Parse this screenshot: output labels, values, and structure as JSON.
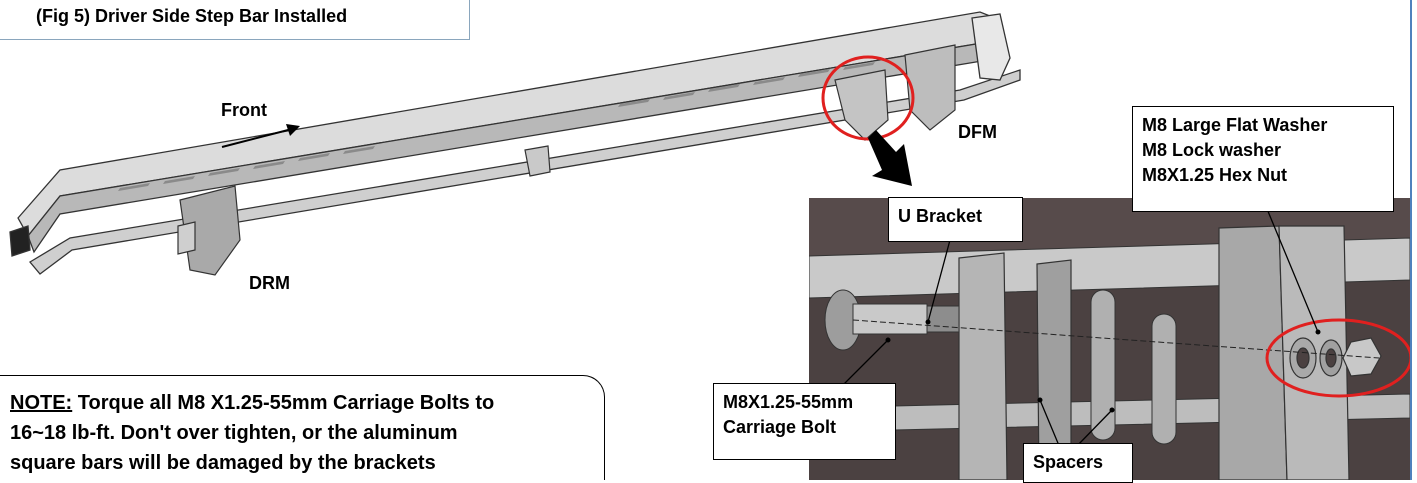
{
  "figure": {
    "title": "(Fig 5) Driver Side Step Bar Installed",
    "labels": {
      "front": "Front",
      "dfm": "DFM",
      "drm": "DRM"
    }
  },
  "note": {
    "prefix": "NOTE:",
    "line1": " Torque all M8 X1.25-55mm Carriage Bolts to",
    "line2": "16~18 lb-ft. Don't over tighten, or the aluminum",
    "line3": "square bars will be damaged by the brackets"
  },
  "callouts": {
    "u_bracket": "U Bracket",
    "hardware_line1": "M8 Large Flat Washer",
    "hardware_line2": "M8 Lock washer",
    "hardware_line3": "M8X1.25 Hex Nut",
    "bolt_line1": "M8X1.25-55mm",
    "bolt_line2": "Carriage Bolt",
    "spacers": "Spacers"
  },
  "colors": {
    "highlight_circle": "#e0201f",
    "detail_background": "#4b4141",
    "title_border": "#8aa6bd",
    "page_rule": "#4f81bd"
  }
}
